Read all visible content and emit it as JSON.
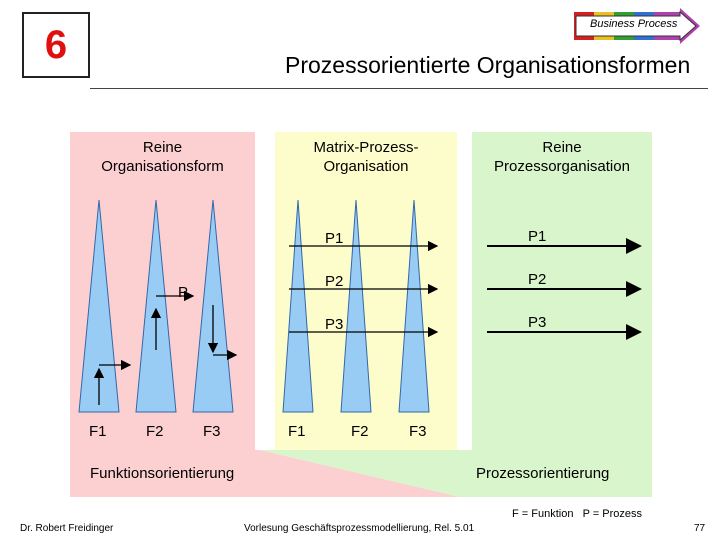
{
  "slide": {
    "number": "6",
    "title": "Prozessorientierte Organisationsformen",
    "logo_text": "Business Process",
    "logo_colors": [
      "#d42020",
      "#e8c020",
      "#30a030",
      "#3070d0",
      "#b040b0"
    ]
  },
  "panels": {
    "left": {
      "heading_line1": "Reine",
      "heading_line2": "Organisationsform",
      "p_label": "P",
      "functions": [
        "F1",
        "F2",
        "F3"
      ],
      "color": "#fcd0d0"
    },
    "middle": {
      "heading_line1": "Matrix-Prozess-",
      "heading_line2": "Organisation",
      "processes": [
        "P1",
        "P2",
        "P3"
      ],
      "functions": [
        "F1",
        "F2",
        "F3"
      ],
      "color": "#fdfdcc"
    },
    "right": {
      "heading_line1": "Reine",
      "heading_line2": "Prozessorganisation",
      "processes": [
        "P1",
        "P2",
        "P3"
      ],
      "color": "#d8f5cc"
    }
  },
  "orientation": {
    "left": "Funktionsorientierung",
    "right": "Prozessorientierung"
  },
  "legend": "F = Funktion   P = Prozess",
  "footer": {
    "author": "Dr. Robert Freidinger",
    "course": "Vorlesung Geschäftsprozessmodellierung, Rel. 5.01",
    "page": "77"
  },
  "colors": {
    "triangle_fill": "#99ccf5",
    "accent_red": "#e01010"
  }
}
